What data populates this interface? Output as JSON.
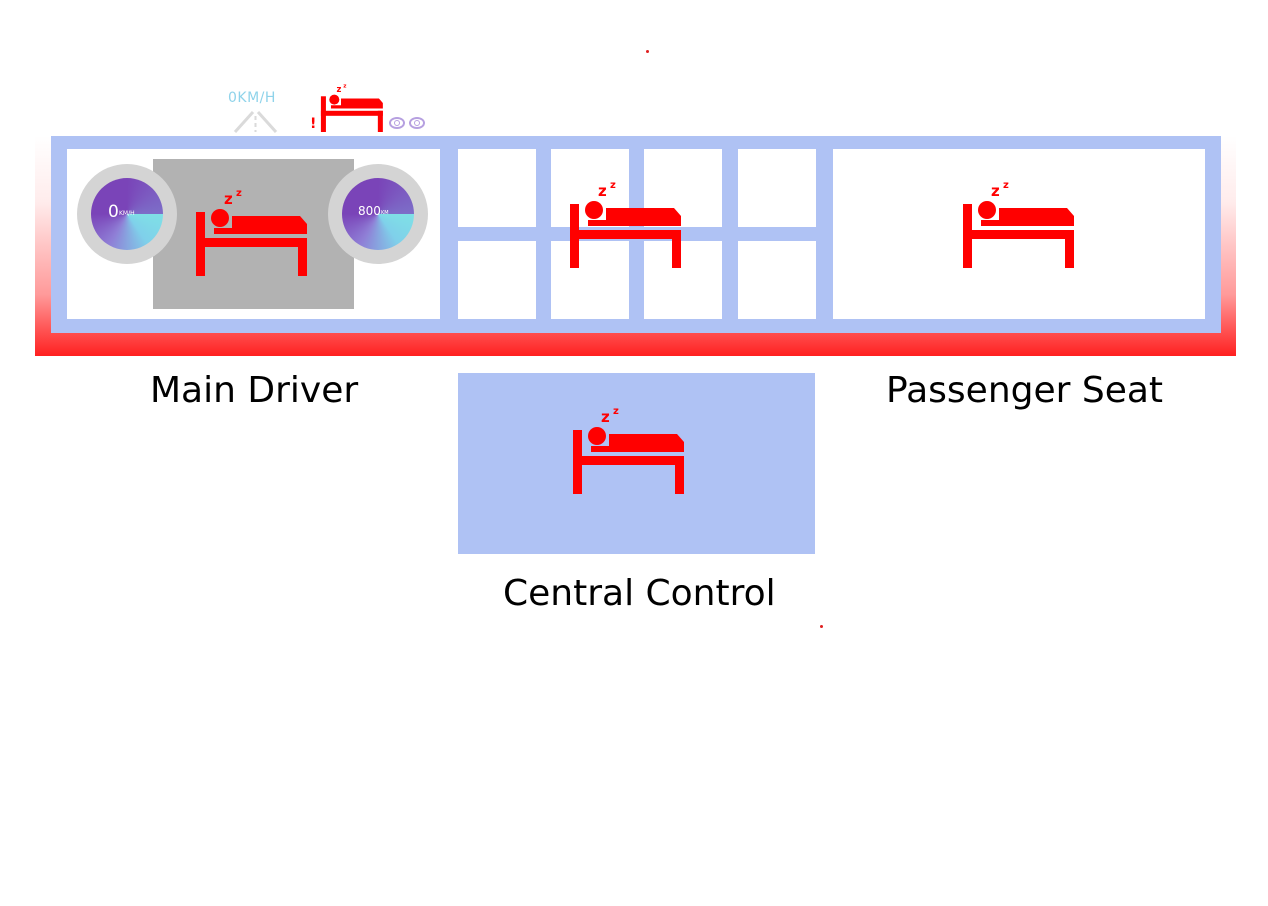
{
  "hud": {
    "speed": "0KM/H",
    "alert_mark": "!",
    "icons": [
      "lane-icon",
      "sleep-icon",
      "tire-warning-icon",
      "tire-warning-icon"
    ]
  },
  "gauges": {
    "speed": {
      "value": "0",
      "unit": "KM/H"
    },
    "range": {
      "value": "800",
      "unit": "KM"
    }
  },
  "zones": {
    "main_driver": "Main Driver",
    "central_control": "Central Control",
    "passenger_seat": "Passenger Seat"
  },
  "colors": {
    "panel_blue": "#afc2f4",
    "alert_red": "#ff0000",
    "screen_gray": "#b2b2b2",
    "gauge_purple": "#7a44b8",
    "gauge_cyan": "#7fe0e6",
    "hud_speed": "#8fd3ea"
  }
}
